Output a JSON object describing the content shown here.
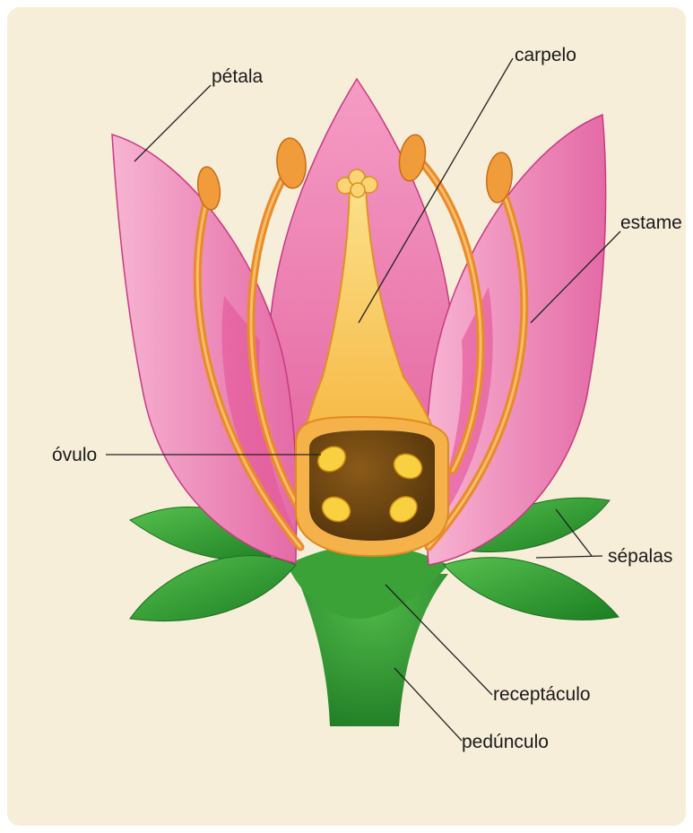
{
  "colors": {
    "background": "#f7eed9",
    "petal": "#ee78aa",
    "petal_dark": "#d0408a",
    "stamen": "#f0a040",
    "carpel": "#fcd86a",
    "ovary": "#6a4410",
    "ovule": "#f8d040",
    "sepal": "#2e9e32",
    "stem": "#3ea63a"
  },
  "labels": {
    "petala": "pétala",
    "carpelo": "carpelo",
    "estame": "estame",
    "ovulo": "óvulo",
    "sepalas": "sépalas",
    "receptaculo": "receptáculo",
    "pedunculo": "pedúnculo"
  }
}
